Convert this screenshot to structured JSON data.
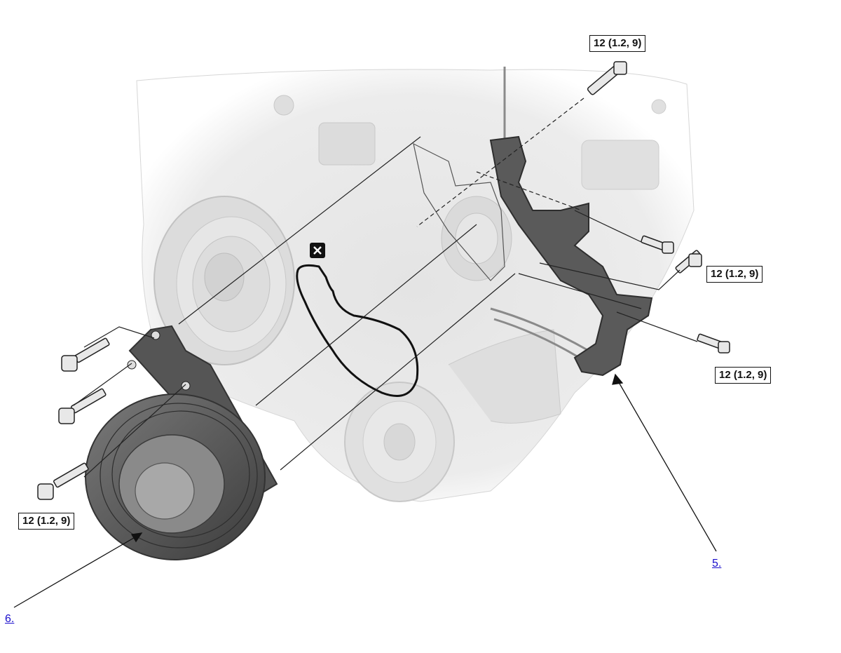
{
  "torque_labels": {
    "top": "12 (1.2, 9)",
    "right_upper": "12 (1.2, 9)",
    "right_lower": "12 (1.2, 9)",
    "left": "12 (1.2, 9)"
  },
  "callouts": {
    "bracket": "5.",
    "pulley": "6."
  },
  "icons": {
    "replace": "replace-part-icon"
  },
  "colors": {
    "engine": "#d8d8d8",
    "part_dark": "#4a4a4a",
    "link": "#1a0dcc"
  }
}
